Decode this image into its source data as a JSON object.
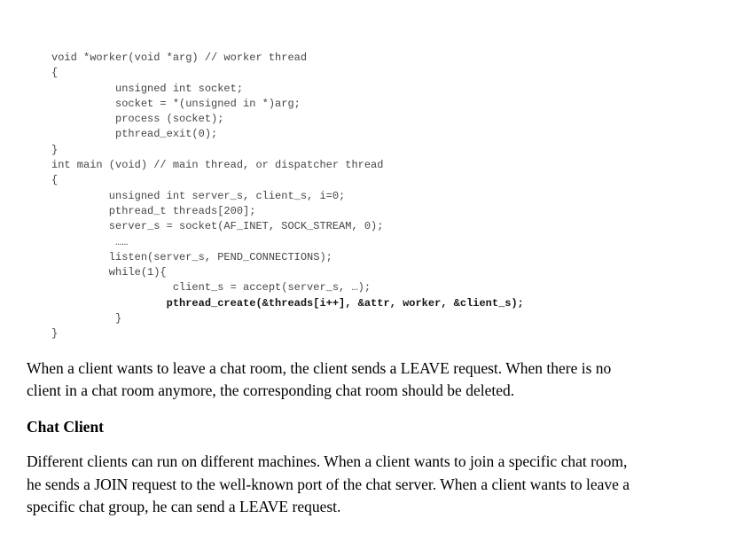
{
  "document": {
    "colors": {
      "page_background": "#ffffff",
      "code_text": "#464646",
      "code_bold_text": "#141414",
      "body_text": "#000000"
    },
    "code_block": {
      "language": "c",
      "lines": [
        {
          "text": "void *worker(void *arg) // worker thread",
          "bold": false
        },
        {
          "text": "{",
          "bold": false
        },
        {
          "text": "          unsigned int socket;",
          "bold": false
        },
        {
          "text": "          socket = *(unsigned in *)arg;",
          "bold": false
        },
        {
          "text": "          process (socket);",
          "bold": false
        },
        {
          "text": "          pthread_exit(0);",
          "bold": false
        },
        {
          "text": "}",
          "bold": false
        },
        {
          "text": "int main (void) // main thread, or dispatcher thread",
          "bold": false
        },
        {
          "text": "{",
          "bold": false
        },
        {
          "text": "         unsigned int server_s, client_s, i=0;",
          "bold": false
        },
        {
          "text": "         pthread_t threads[200];",
          "bold": false
        },
        {
          "text": "         server_s = socket(AF_INET, SOCK_STREAM, 0);",
          "bold": false
        },
        {
          "text": "          ……",
          "bold": false
        },
        {
          "text": "         listen(server_s, PEND_CONNECTIONS);",
          "bold": false
        },
        {
          "text": "         while(1){",
          "bold": false
        },
        {
          "text": "                   client_s = accept(server_s, …);",
          "bold": false
        },
        {
          "text": "                  pthread_create(&threads[i++], &attr, worker, &client_s);",
          "bold": true
        },
        {
          "text": "          }",
          "bold": false
        },
        {
          "text": "}",
          "bold": false
        }
      ]
    },
    "paragraph_leave": {
      "lines": [
        "When a client wants to leave a chat room, the client sends a LEAVE request. When there is no",
        "client in a chat room anymore, the corresponding chat room should be deleted."
      ]
    },
    "heading_chat_client": "Chat Client",
    "paragraph_clients": {
      "lines": [
        "Different clients can run on different machines. When a client wants to join a specific chat room,",
        "he sends a JOIN request to the well-known port of the chat server. When a client wants to leave a",
        "specific chat group, he can send a LEAVE request."
      ]
    }
  }
}
